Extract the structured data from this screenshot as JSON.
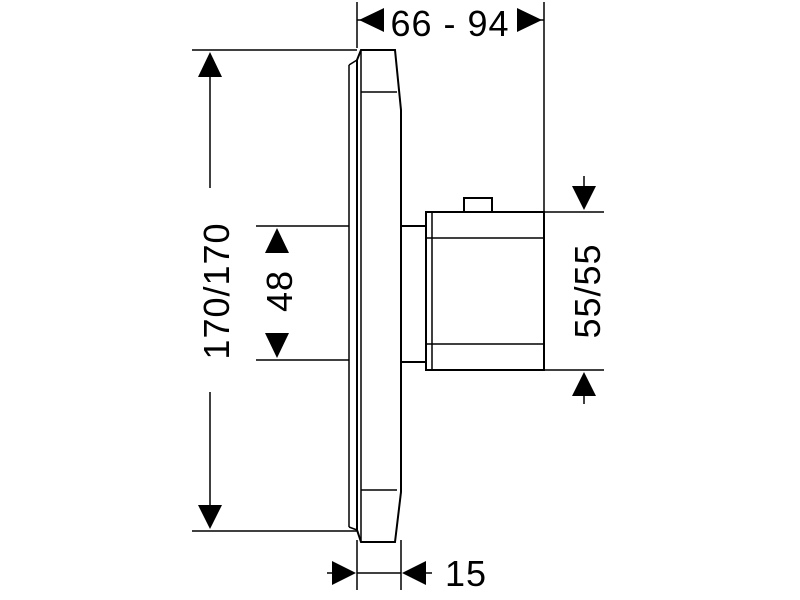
{
  "drawing": {
    "dimensions": {
      "depth": "66 - 94",
      "plate_height": "170/170",
      "cutout": "48",
      "knob_size": "55/55",
      "plate_thickness": "15"
    }
  }
}
